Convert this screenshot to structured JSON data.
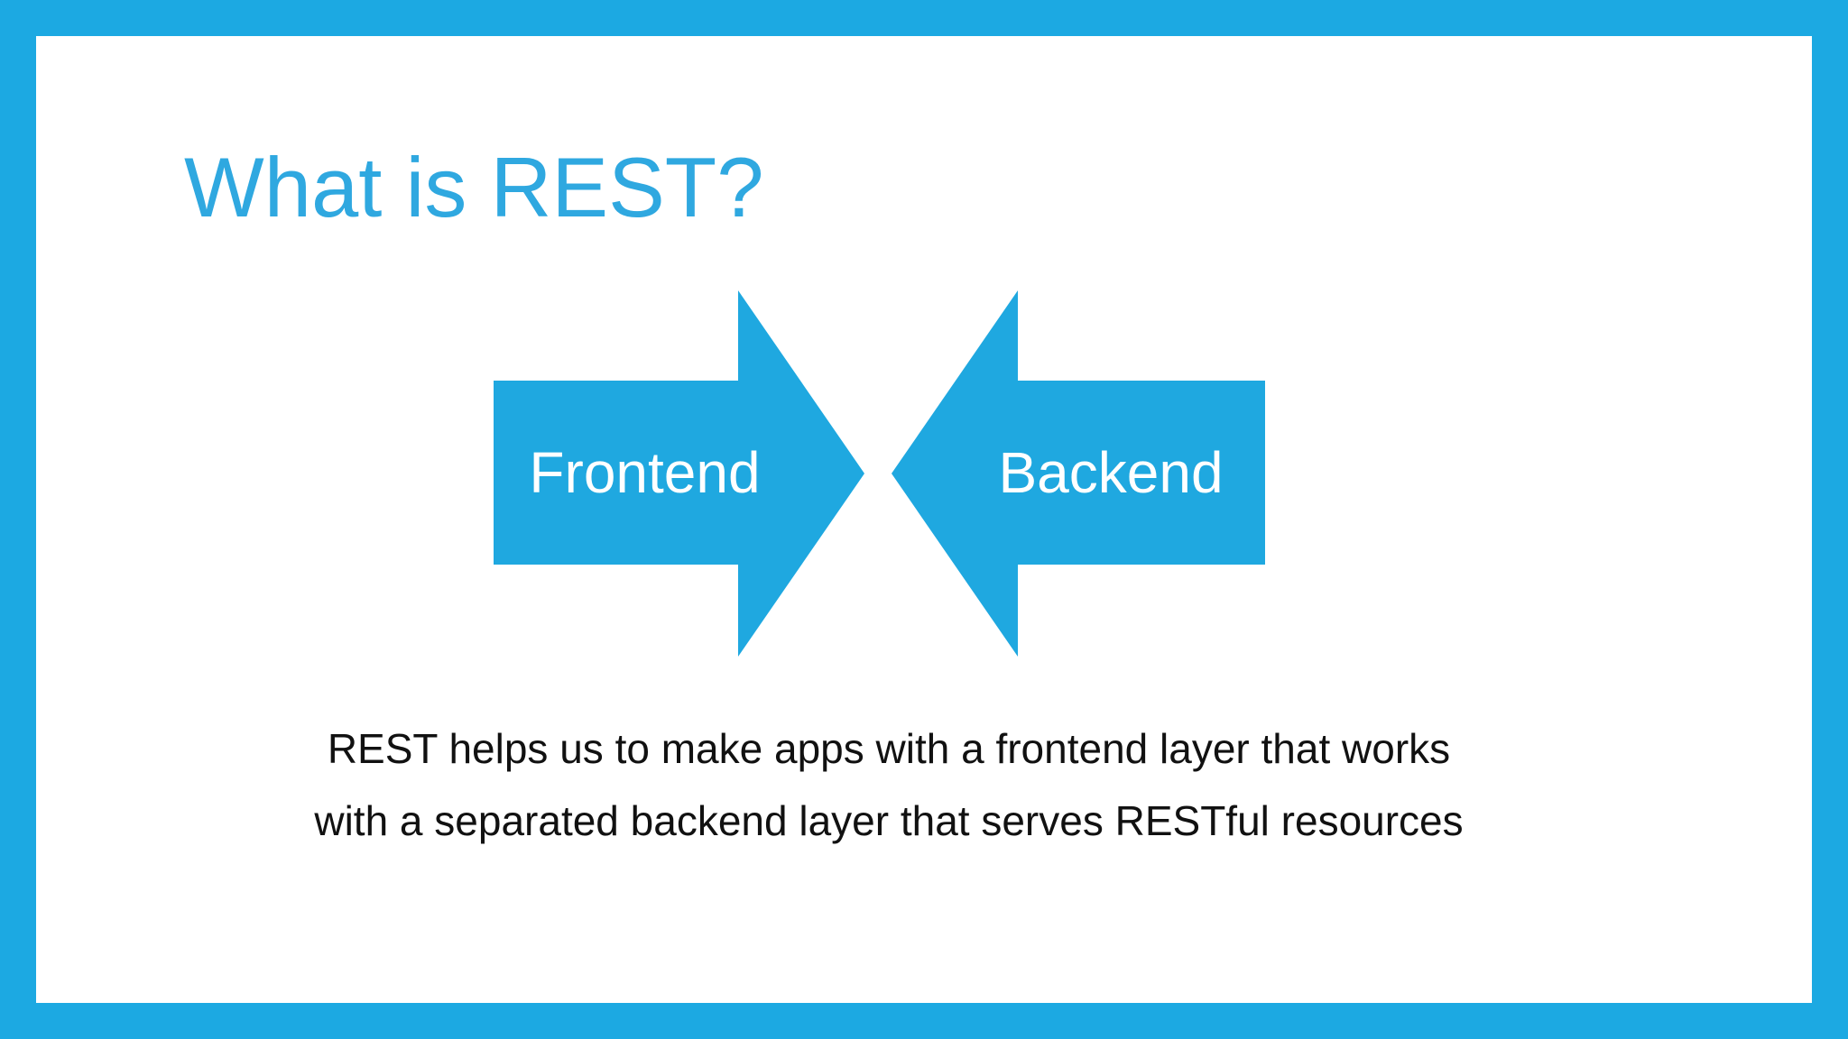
{
  "slide": {
    "title": "What is REST?",
    "diagram": {
      "frontend_label": "Frontend",
      "backend_label": "Backend"
    },
    "body": {
      "line1": "REST helps us to make apps with a frontend layer that works",
      "line2": "with a separated backend layer that serves RESTful resources"
    },
    "colors": {
      "frame_blue": "#1ca9e2",
      "arrow_blue": "#1fa8e0",
      "title_blue": "#2fa8e0",
      "body_text": "#111111",
      "background": "#ffffff",
      "arrow_label_white": "#ffffff"
    }
  }
}
